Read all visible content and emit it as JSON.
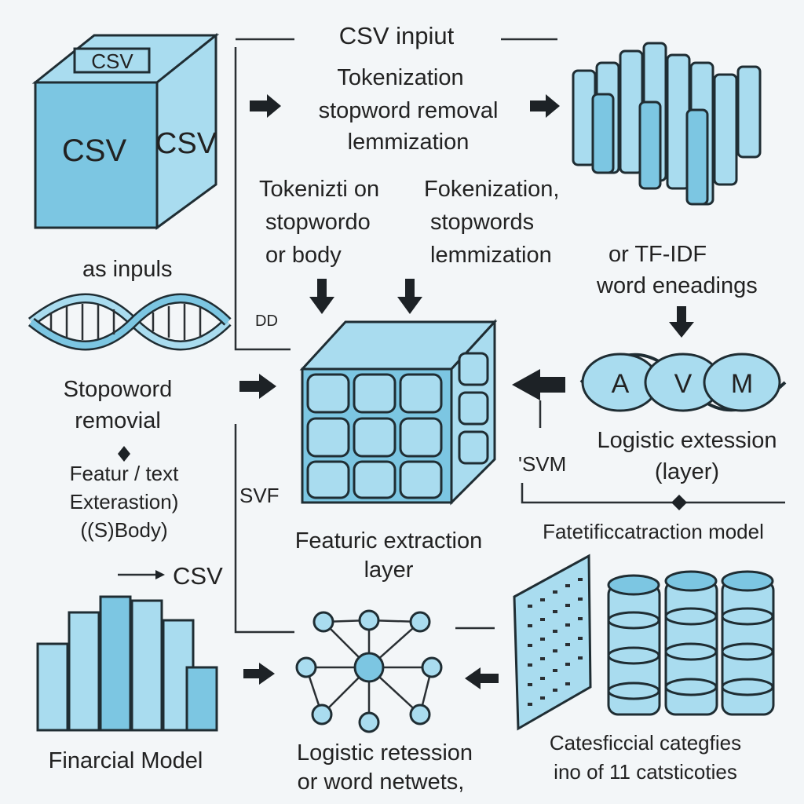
{
  "title": "CSV inpiut",
  "colors": {
    "accent": "#a9dcef",
    "accent_dark": "#7cc6e2",
    "ink": "#1f2d33",
    "background": "#f3f6f8"
  },
  "top_text": [
    "Tokenization",
    "stopword removal",
    "lemmization"
  ],
  "csv_box": {
    "top": "CSV",
    "left": "CSV",
    "right": "CSV"
  },
  "center_left_text": [
    "Tokenizti on",
    "stopwordo",
    "or body"
  ],
  "center_right_text": [
    "Fokenization,",
    "stopwords",
    "lemmization"
  ],
  "right_text": [
    "or  TF-IDF",
    "word eneadings"
  ],
  "left_inputs_label": "as inpuls",
  "dd_label": "DD",
  "stopword_label": [
    "Stopoword",
    "removial"
  ],
  "feature_text_label": [
    "Featur / text",
    "Exterastion)",
    "((S)Body)"
  ],
  "csv_label": "CSV",
  "svf_label": "SVF",
  "svm_label": "'SVM",
  "center_caption": [
    "Featuric extraction",
    "layer"
  ],
  "avm_letters": [
    "A",
    "V",
    "M"
  ],
  "logistic_right": [
    "Logistic extession",
    "(layer)"
  ],
  "model_label": "Fatetificcatraction model",
  "financial_label": "Finarcial Model",
  "bottom_center": [
    "Logistic retession",
    "or word netwets,"
  ],
  "bottom_right": [
    "Catesficcial   categfies",
    "ino of 11 catsticoties"
  ]
}
